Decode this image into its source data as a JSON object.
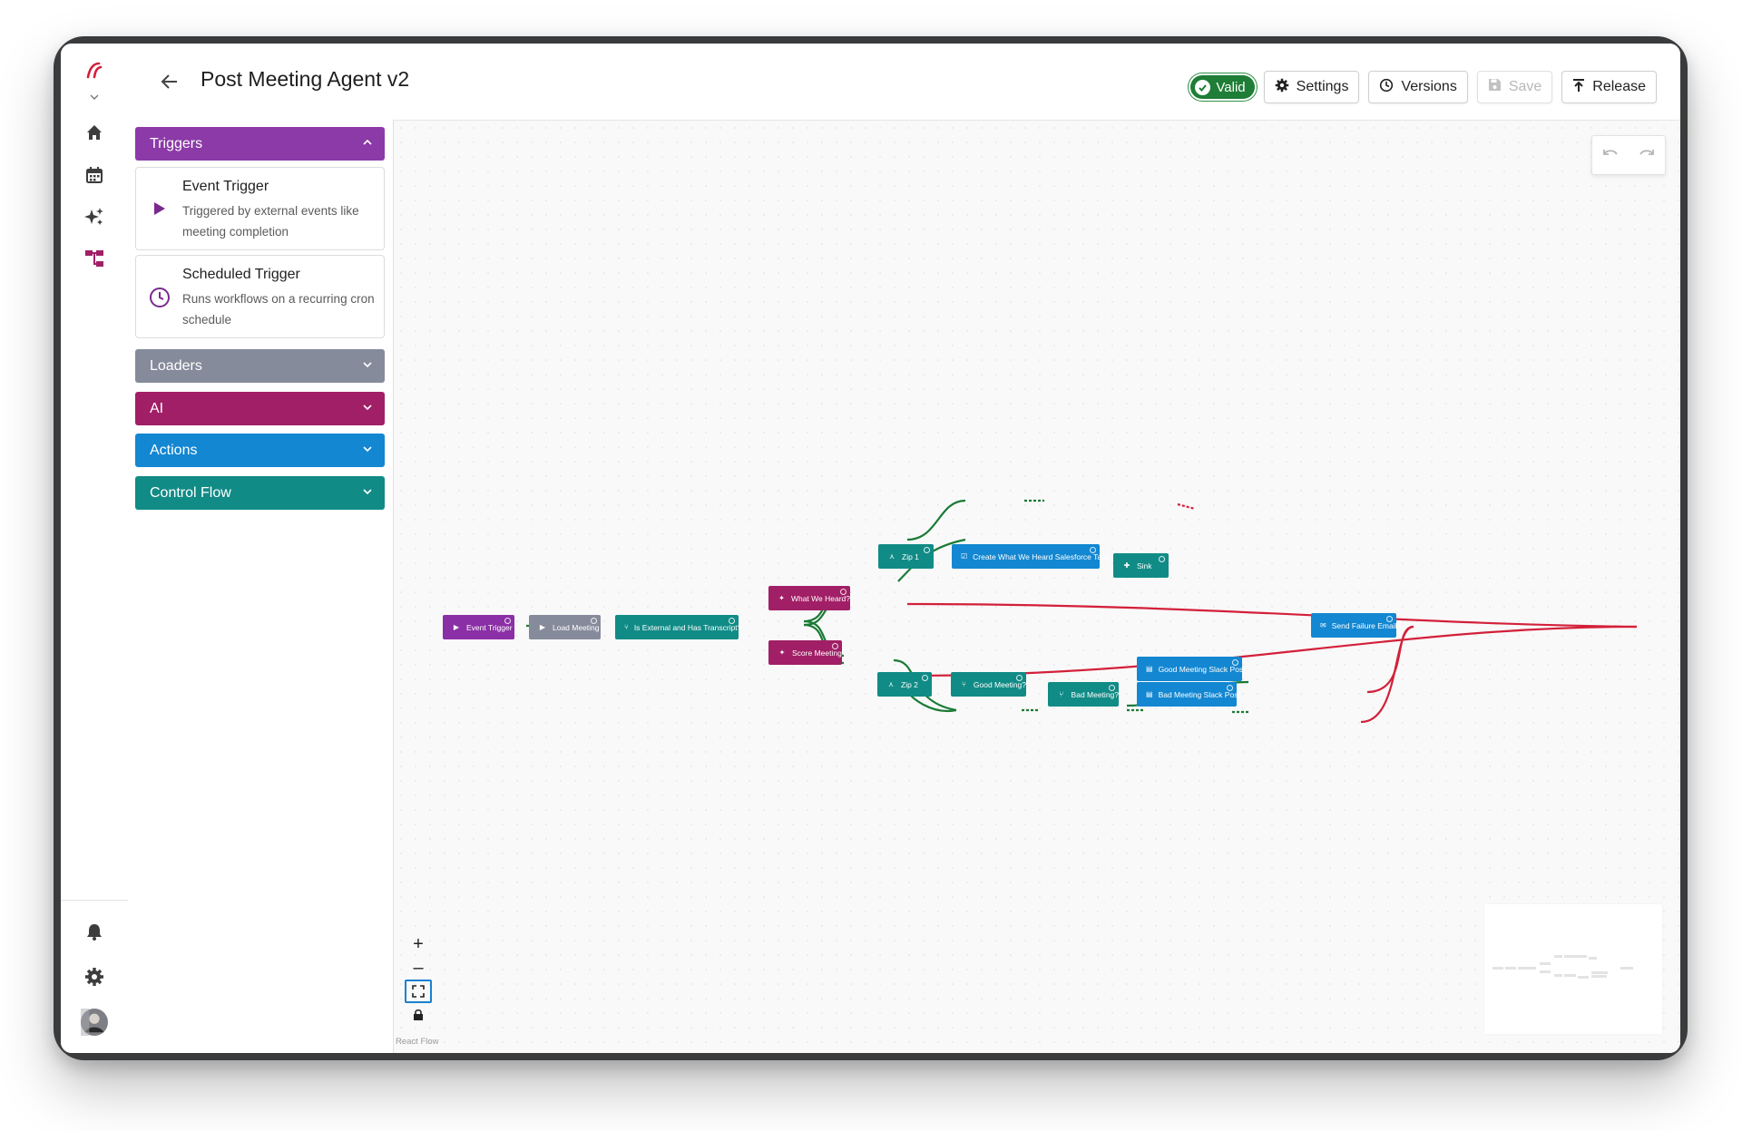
{
  "app": {
    "title": "Post Meeting Agent v2"
  },
  "header": {
    "status": "Valid",
    "settings_label": "Settings",
    "versions_label": "Versions",
    "save_label": "Save",
    "release_label": "Release"
  },
  "rail": {
    "icons": [
      "logo-icon",
      "chevron-down-icon",
      "home-icon",
      "calendar-icon",
      "sparkle-icon",
      "workflow-icon",
      "bell-icon",
      "gear-icon",
      "avatar"
    ]
  },
  "palette": {
    "triggers": {
      "label": "Triggers",
      "color": "#8b3aa8",
      "cards": [
        {
          "title": "Event Trigger",
          "desc": "Triggered by external events like meeting completion",
          "icon": "play-icon"
        },
        {
          "title": "Scheduled Trigger",
          "desc": "Runs workflows on a recurring cron schedule",
          "icon": "clock-icon"
        }
      ]
    },
    "loaders": {
      "label": "Loaders",
      "color": "#868b9b"
    },
    "ai": {
      "label": "AI",
      "color": "#a11f66"
    },
    "actions": {
      "label": "Actions",
      "color": "#1387d1"
    },
    "control_flow": {
      "label": "Control Flow",
      "color": "#118b86"
    }
  },
  "canvas": {
    "attribution": "React Flow",
    "nodes": {
      "event_trigger": "Event Trigger",
      "load_meeting": "Load Meeting",
      "is_external": "Is External and Has Transcript?",
      "what_we_heard": "What We Heard?",
      "score_meeting": "Score Meeting",
      "zip1": "Zip 1",
      "create_task": "Create What We Heard Salesforce Task",
      "sink": "Sink",
      "zip2": "Zip 2",
      "good_meeting": "Good Meeting?",
      "bad_meeting": "Bad Meeting?",
      "good_slack": "Good Meeting Slack Post",
      "bad_slack": "Bad Meeting Slack Post",
      "failure_email": "Send Failure Email"
    },
    "edge_colors": {
      "success": "#1a7a35",
      "failure": "#d3203a"
    }
  }
}
